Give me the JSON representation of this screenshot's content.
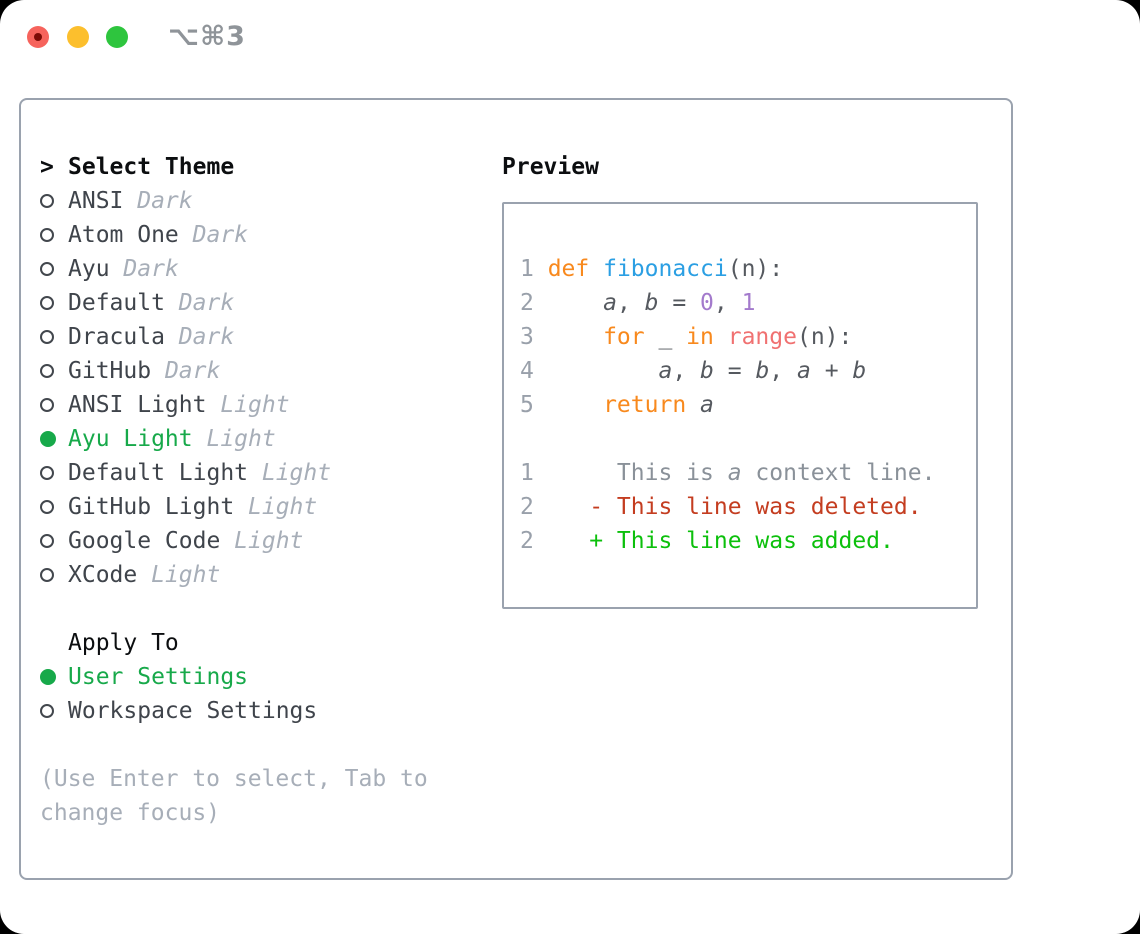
{
  "window": {
    "title": "⌥⌘3",
    "traffic_lights": [
      "close",
      "minimize",
      "zoom"
    ]
  },
  "colors": {
    "accent-green": "#17a94a",
    "added-green": "#0cc00c",
    "deleted-red": "#c43d20",
    "keyword-orange": "#f8891d",
    "function-blue": "#2b9fe3",
    "builtin-coral": "#f07171",
    "number-purple": "#a37acc",
    "code-plain": "#55595f",
    "line-number-gray": "#99a0aa",
    "context-gray": "#8a9199",
    "muted-gray": "#a7aeb8",
    "list-text": "#3f444b",
    "border-gray": "#9aa2ae",
    "traffic-red": "#f6635c",
    "traffic-yellow": "#fcbf2d",
    "traffic-green": "#2ec53e"
  },
  "theme_panel": {
    "header_prefix": ">",
    "header": "Select Theme",
    "themes": [
      {
        "name": "ANSI",
        "tag": "Dark",
        "selected": false
      },
      {
        "name": "Atom One",
        "tag": "Dark",
        "selected": false
      },
      {
        "name": "Ayu",
        "tag": "Dark",
        "selected": false
      },
      {
        "name": "Default",
        "tag": "Dark",
        "selected": false
      },
      {
        "name": "Dracula",
        "tag": "Dark",
        "selected": false
      },
      {
        "name": "GitHub",
        "tag": "Dark",
        "selected": false
      },
      {
        "name": "ANSI Light",
        "tag": "Light",
        "selected": false
      },
      {
        "name": "Ayu Light",
        "tag": "Light",
        "selected": true
      },
      {
        "name": "Default Light",
        "tag": "Light",
        "selected": false
      },
      {
        "name": "GitHub Light",
        "tag": "Light",
        "selected": false
      },
      {
        "name": "Google Code",
        "tag": "Light",
        "selected": false
      },
      {
        "name": "XCode",
        "tag": "Light",
        "selected": false
      }
    ],
    "apply_to": {
      "label": "Apply To",
      "options": [
        {
          "label": "User Settings",
          "selected": true
        },
        {
          "label": "Workspace Settings",
          "selected": false
        }
      ]
    },
    "help": "(Use Enter to select, Tab to change focus)"
  },
  "preview": {
    "title": "Preview",
    "lines": [
      {
        "num": "1",
        "kind": "code",
        "tokens": [
          [
            "def",
            "kw"
          ],
          [
            " ",
            "pl"
          ],
          [
            "fibonacci",
            "fn"
          ],
          [
            "(n):",
            "pl"
          ]
        ]
      },
      {
        "num": "2",
        "kind": "code",
        "tokens": [
          [
            "    ",
            "pl"
          ],
          [
            "a",
            "var"
          ],
          [
            ", ",
            "pl"
          ],
          [
            "b",
            "var"
          ],
          [
            " = ",
            "pl"
          ],
          [
            "0",
            "num"
          ],
          [
            ", ",
            "pl"
          ],
          [
            "1",
            "num"
          ]
        ]
      },
      {
        "num": "3",
        "kind": "code",
        "tokens": [
          [
            "    ",
            "pl"
          ],
          [
            "for",
            "kw"
          ],
          [
            " _ ",
            "pl"
          ],
          [
            "in",
            "kw"
          ],
          [
            " ",
            "pl"
          ],
          [
            "range",
            "call"
          ],
          [
            "(n):",
            "pl"
          ]
        ]
      },
      {
        "num": "4",
        "kind": "code",
        "tokens": [
          [
            "        ",
            "pl"
          ],
          [
            "a",
            "var"
          ],
          [
            ", ",
            "pl"
          ],
          [
            "b",
            "var"
          ],
          [
            " = ",
            "pl"
          ],
          [
            "b",
            "var"
          ],
          [
            ", ",
            "pl"
          ],
          [
            "a",
            "var"
          ],
          [
            " + ",
            "pl"
          ],
          [
            "b",
            "var"
          ]
        ]
      },
      {
        "num": "5",
        "kind": "code",
        "tokens": [
          [
            "    ",
            "pl"
          ],
          [
            "return",
            "kw"
          ],
          [
            " ",
            "pl"
          ],
          [
            "a",
            "var"
          ]
        ]
      },
      {
        "num": "",
        "kind": "blank",
        "tokens": []
      },
      {
        "num": "1",
        "kind": "context",
        "tokens": [
          [
            "     This is ",
            "ctx"
          ],
          [
            "a",
            "ctxv"
          ],
          [
            " context line.",
            "ctx"
          ]
        ]
      },
      {
        "num": "2",
        "kind": "deleted",
        "tokens": [
          [
            "   - This line was deleted.",
            "del"
          ]
        ]
      },
      {
        "num": "2",
        "kind": "added",
        "tokens": [
          [
            "   + This line was added.",
            "add"
          ]
        ]
      }
    ]
  }
}
